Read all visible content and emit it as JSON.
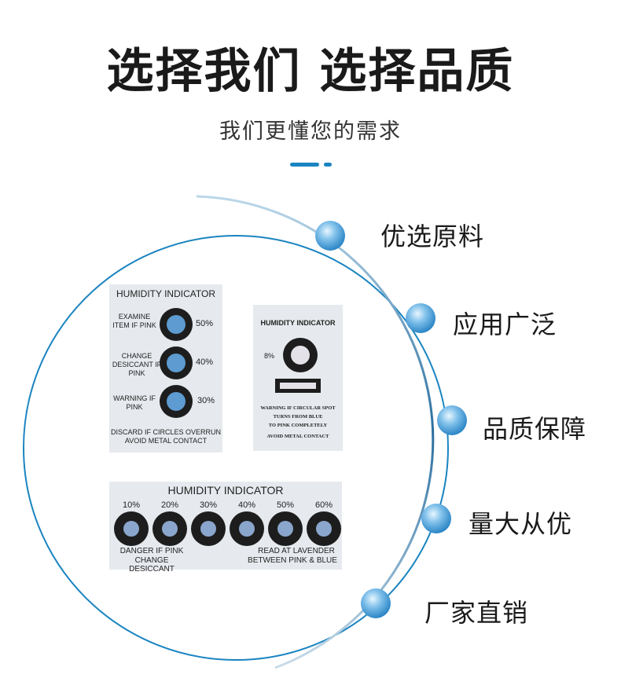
{
  "header": {
    "title": "选择我们 选择品质",
    "subtitle": "我们更懂您的需求"
  },
  "colors": {
    "accent": "#1a84c0",
    "spot_blue": "#5d9bd0"
  },
  "features": [
    "优选原料",
    "应用广泛",
    "品质保障",
    "量大从优",
    "厂家直销"
  ],
  "card1": {
    "title": "HUMIDITY INDICATOR",
    "rows": [
      {
        "label": "EXAMINE ITEM IF PINK",
        "pct": "50%"
      },
      {
        "label": "CHANGE DESICCANT IF PINK",
        "pct": "40%"
      },
      {
        "label": "WARNING IF PINK",
        "pct": "30%"
      }
    ],
    "footer1": "DISCARD IF CIRCLES OVERRUN",
    "footer2": "AVOID METAL CONTACT"
  },
  "card2": {
    "title": "HUMIDITY  INDICATOR",
    "pct": "8%",
    "line1": "WARNING IF CIRCULAR SPOT",
    "line2": "TURNS FROM BLUE",
    "line3": "TO PINK COMPLETELY",
    "line4": "AVOID METAL CONTACT"
  },
  "card3": {
    "title": "HUMIDITY INDICATOR",
    "pcts": [
      "10%",
      "20%",
      "30%",
      "40%",
      "50%",
      "60%"
    ],
    "left1": "DANGER IF PINK",
    "left2": "CHANGE DESICCANT",
    "right1": "READ AT LAVENDER",
    "right2": "BETWEEN PINK & BLUE"
  }
}
